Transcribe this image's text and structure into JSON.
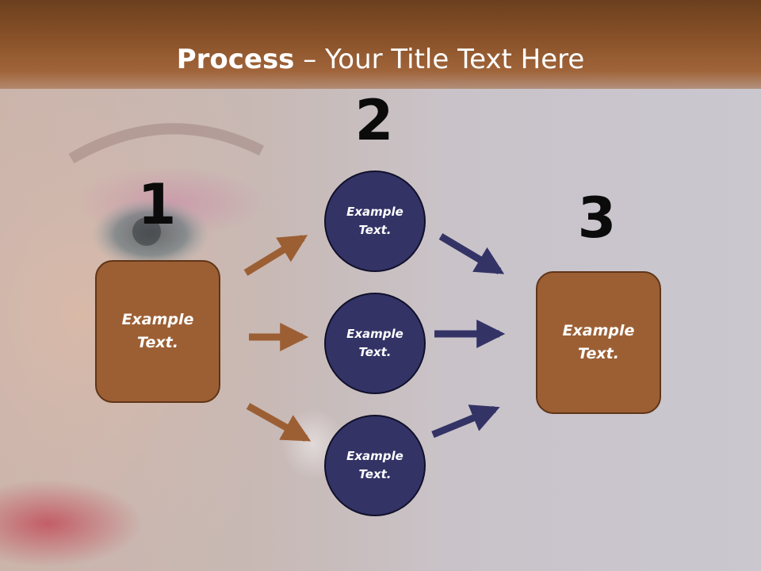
{
  "slide": {
    "title_bold": "Process",
    "title_rest": " – Your Title Text Here",
    "numbers": [
      "1",
      "2",
      "3"
    ],
    "left_box": "Example\nText.",
    "circles": [
      "Example\nText.",
      "Example\nText.",
      "Example\nText."
    ],
    "right_box": "Example\nText."
  },
  "colors": {
    "header": "#8a5229",
    "box_fill": "#9c5f34",
    "circle_fill": "#333366",
    "arrow_brown": "#9c5f34",
    "arrow_navy": "#333366"
  }
}
